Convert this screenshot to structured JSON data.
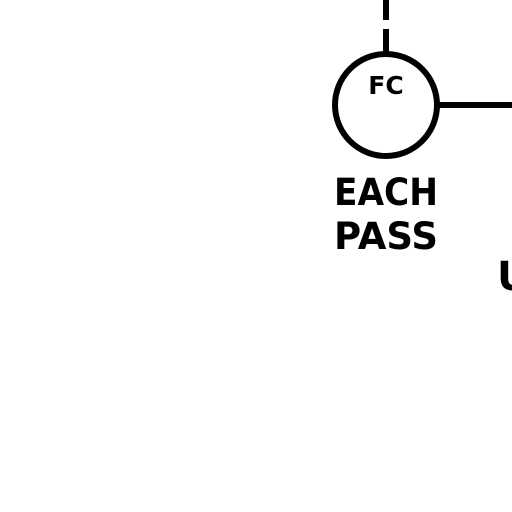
{
  "instrument": {
    "tag": "FC"
  },
  "note": {
    "line1": "EACH",
    "line2": "PASS"
  },
  "partial_label": {
    "text": "U"
  },
  "colors": {
    "ink": "#000000",
    "background": "#ffffff"
  }
}
